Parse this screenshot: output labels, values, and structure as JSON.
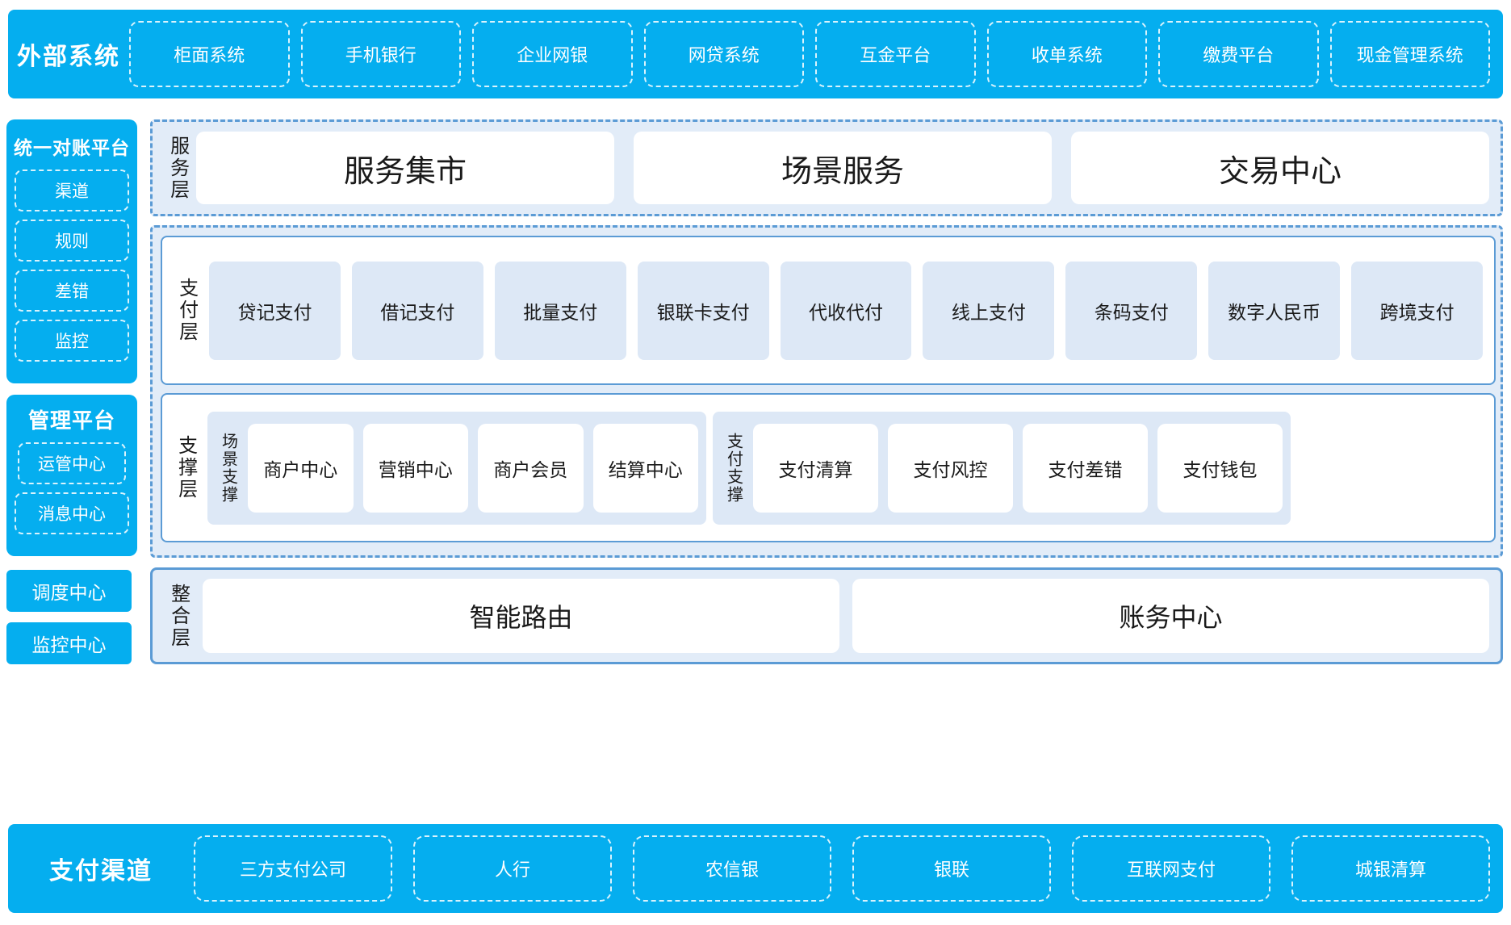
{
  "external": {
    "title": "外部系统",
    "items": [
      "柜面系统",
      "手机银行",
      "企业网银",
      "网贷系统",
      "互金平台",
      "收单系统",
      "缴费平台",
      "现金管理系统"
    ]
  },
  "sidebar": {
    "recon": {
      "title": "统一对账平台",
      "items": [
        "渠道",
        "规则",
        "差错",
        "监控"
      ]
    },
    "mgmt": {
      "title": "管理平台",
      "items": [
        "运管中心",
        "消息中心"
      ]
    },
    "dispatch_center": "调度中心",
    "monitor_center": "监控中心"
  },
  "service_layer": {
    "label": "服务层",
    "cards": [
      "服务集市",
      "场景服务",
      "交易中心"
    ]
  },
  "payment_layer": {
    "label": "支付层",
    "tiles": [
      "贷记支付",
      "借记支付",
      "批量支付",
      "银联卡支付",
      "代收代付",
      "线上支付",
      "条码支付",
      "数字人民币",
      "跨境支付"
    ]
  },
  "support_layer": {
    "label": "支撑层",
    "groups": [
      {
        "label": "场景支撑",
        "cards": [
          "商户中心",
          "营销中心",
          "商户会员",
          "结算中心"
        ]
      },
      {
        "label": "支付支撑",
        "cards": [
          "支付清算",
          "支付风控",
          "支付差错",
          "支付钱包"
        ]
      }
    ]
  },
  "integration_layer": {
    "label": "整合层",
    "cards": [
      "智能路由",
      "账务中心"
    ]
  },
  "channels": {
    "title": "支付渠道",
    "items": [
      "三方支付公司",
      "人行",
      "农信银",
      "银联",
      "互联网支付",
      "城银清算"
    ]
  },
  "colors": {
    "cyan": "#05AEEF",
    "layer_bg": "#e2ecf8",
    "layer_border": "#5b9bd5",
    "tile_bg": "#dde8f6"
  }
}
